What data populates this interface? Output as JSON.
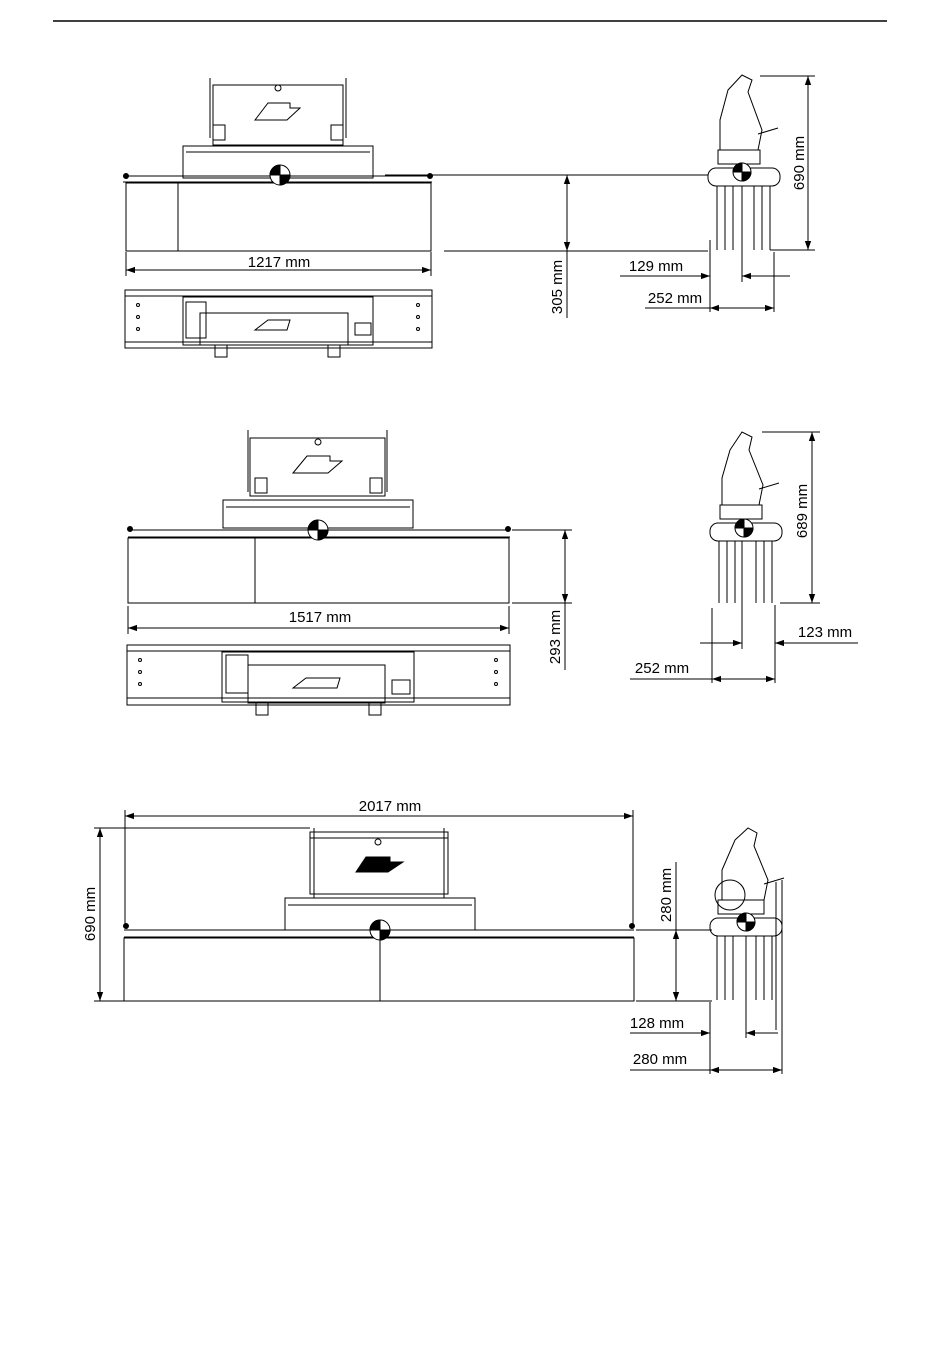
{
  "figures": [
    {
      "front": {
        "width_label": "1217 mm"
      },
      "side": {
        "height_label": "690 mm",
        "below_label": "305 mm",
        "offset_label": "129 mm",
        "depth_label": "252 mm"
      }
    },
    {
      "front": {
        "width_label": "1517 mm"
      },
      "side": {
        "height_label": "689 mm",
        "below_label": "293 mm",
        "offset_label": "123 mm",
        "depth_label": "252 mm"
      }
    },
    {
      "front": {
        "width_label": "2017 mm",
        "height_label": "690 mm"
      },
      "side": {
        "height_label": "280 mm",
        "offset_label": "128 mm",
        "depth_label": "280 mm"
      }
    }
  ]
}
